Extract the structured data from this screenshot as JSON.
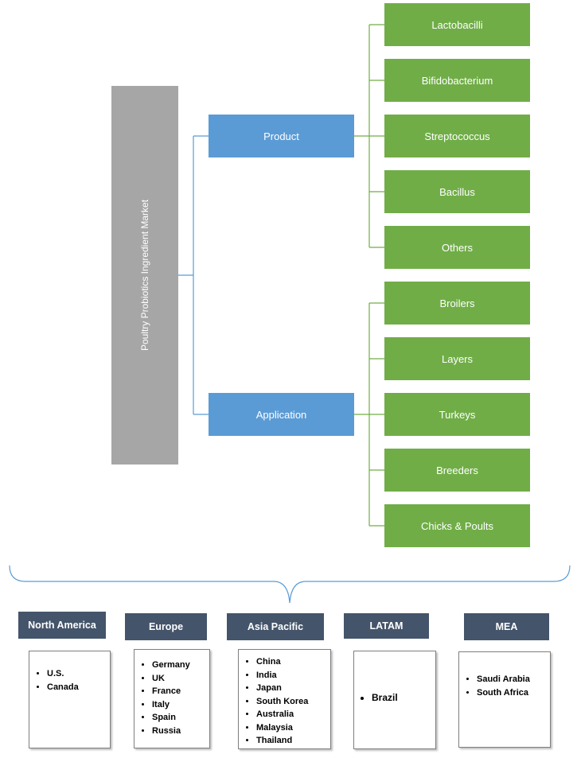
{
  "root": {
    "label": "Poultry Probiotics Ingredient  Market"
  },
  "categories": [
    {
      "label": "Product",
      "items": [
        "Lactobacilli",
        "Bifidobacterium",
        "Streptococcus",
        "Bacillus",
        "Others"
      ]
    },
    {
      "label": "Application",
      "items": [
        "Broilers",
        "Layers",
        "Turkeys",
        "Breeders",
        "Chicks & Poults"
      ]
    }
  ],
  "regions": [
    {
      "name": "North America",
      "countries": [
        "U.S.",
        "Canada"
      ]
    },
    {
      "name": "Europe",
      "countries": [
        "Germany",
        "UK",
        "France",
        "Italy",
        "Spain",
        "Russia"
      ]
    },
    {
      "name": "Asia Pacific",
      "countries": [
        "China",
        "India",
        "Japan",
        "South Korea",
        "Australia",
        "Malaysia",
        "Thailand"
      ]
    },
    {
      "name": "LATAM",
      "countries": [
        "Brazil"
      ]
    },
    {
      "name": "MEA",
      "countries": [
        "Saudi Arabia",
        "South Africa"
      ]
    }
  ],
  "colors": {
    "root": "#a6a6a6",
    "category": "#5b9bd5",
    "leaf": "#70ad47",
    "region": "#44546a",
    "connector_blue": "#5b9bd5",
    "connector_green": "#70ad47"
  }
}
